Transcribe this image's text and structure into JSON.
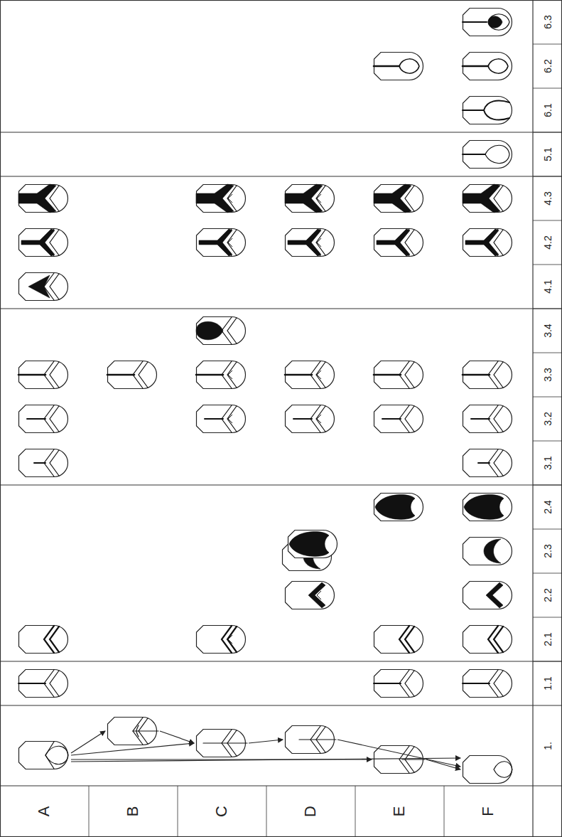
{
  "diagram": {
    "labels": [
      "6.3",
      "6.2",
      "6.1",
      "5.1",
      "4.3",
      "4.2",
      "4.1",
      "3.4",
      "3.3",
      "3.2",
      "3.1",
      "2.4",
      "2.3",
      "2.2",
      "2.1",
      "1.1",
      "1.",
      "A",
      "B",
      "C",
      "D",
      "E",
      "F"
    ]
  }
}
